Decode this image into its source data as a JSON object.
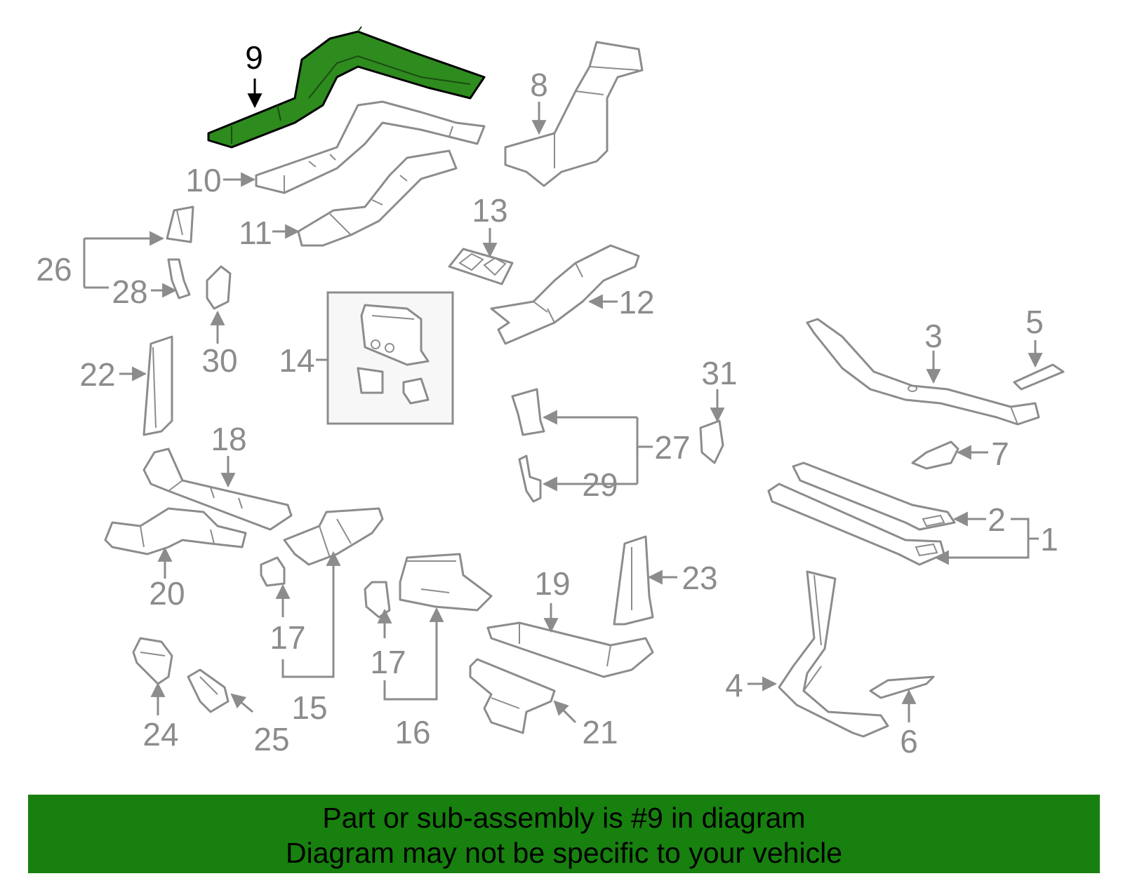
{
  "diagram": {
    "highlighted_part": "9",
    "callouts": [
      "1",
      "2",
      "3",
      "4",
      "5",
      "6",
      "7",
      "8",
      "9",
      "10",
      "11",
      "12",
      "13",
      "14",
      "15",
      "16",
      "17",
      "17",
      "18",
      "19",
      "20",
      "21",
      "22",
      "23",
      "24",
      "25",
      "26",
      "27",
      "28",
      "29",
      "30",
      "31"
    ]
  },
  "footer": {
    "line1": "Part or sub-assembly is #9 in diagram",
    "line2": "Diagram may not be specific to your vehicle"
  },
  "colors": {
    "highlight_fill": "#2e8b1e",
    "footer_background": "#17800f",
    "line_gray": "#8c8c8c"
  }
}
